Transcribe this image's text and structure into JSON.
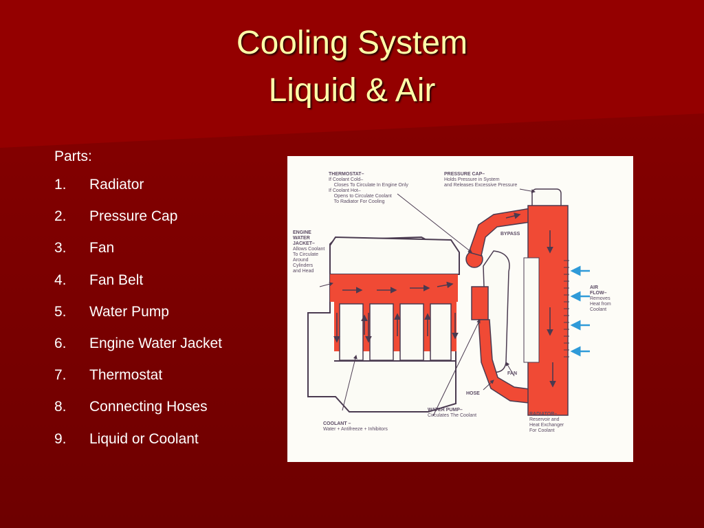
{
  "slide": {
    "title_line1": "Cooling System",
    "title_line2": "Liquid & Air",
    "colors": {
      "background": "#7a0000",
      "title": "#ffffa8",
      "text": "#ffffff"
    }
  },
  "parts": {
    "heading": "Parts:",
    "items": [
      {
        "num": "1.",
        "label": "Radiator"
      },
      {
        "num": "2.",
        "label": "Pressure Cap"
      },
      {
        "num": "3.",
        "label": "Fan"
      },
      {
        "num": "4.",
        "label": "Fan Belt"
      },
      {
        "num": "5.",
        "label": "Water Pump"
      },
      {
        "num": "6.",
        "label": "Engine Water Jacket"
      },
      {
        "num": "7.",
        "label": "Thermostat"
      },
      {
        "num": "8.",
        "label": "Connecting Hoses"
      },
      {
        "num": "9.",
        "label": "Liquid or Coolant"
      }
    ]
  },
  "diagram": {
    "colors": {
      "coolant": "#f04a35",
      "arrows": "#2f9ad8",
      "outline": "#4a3a50"
    },
    "labels": {
      "thermostat": {
        "head": "THERMOSTAT–",
        "body": "If Coolant Cold–\n    Closes To Circulate In Engine Only\nIf Coolant Hot–\n    Opens to Circulate Coolant\n    To Radiator For Cooling"
      },
      "pressure_cap": {
        "head": "PRESSURE CAP–",
        "body": "Holds Pressure in System\nand Releases Excessive Pressure"
      },
      "engine_jacket": {
        "head": "ENGINE\nWATER\nJACKET–",
        "body": "Allows Coolant\nTo Circulate\nAround\nCylinders\nand Head"
      },
      "bypass": "BYPASS",
      "air_flow": {
        "head": "AIR\nFLOW–",
        "body": "Removes\nHeat from\nCoolant"
      },
      "fan": "FAN",
      "hose": "HOSE",
      "coolant": {
        "head": "COOLANT –",
        "body": "Water + Antifreeze + Inhibitors"
      },
      "water_pump": {
        "head": "WATER PUMP–",
        "body": "Circulates The Coolant"
      },
      "radiator": {
        "head": "RADIATOR–",
        "body": "Reservoir and\nHeat Exchanger\nFor Coolant"
      }
    }
  }
}
